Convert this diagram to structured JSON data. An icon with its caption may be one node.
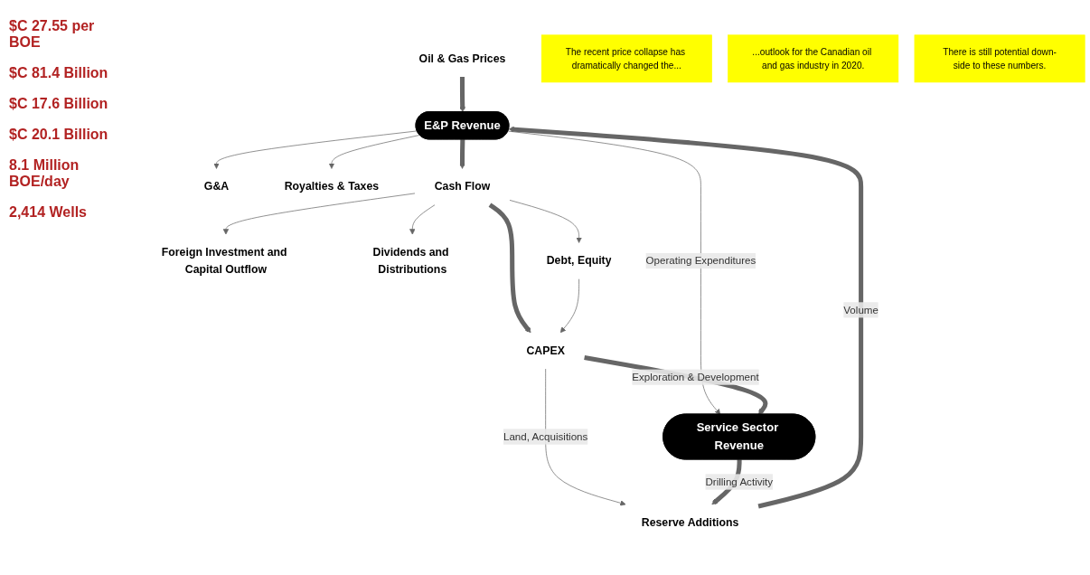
{
  "diagram": {
    "nodes": [
      {
        "text": [
          "Oil & Gas Prices"
        ]
      },
      {
        "text": [
          "E&P Revenue"
        ]
      },
      {
        "text": [
          "G&A"
        ]
      },
      {
        "text": [
          "Royalties & Taxes"
        ]
      },
      {
        "text": [
          "Cash Flow"
        ]
      },
      {
        "text": [
          "Foreign Investment and Capital Outflow"
        ]
      },
      {
        "text": [
          "Dividends and Distributions"
        ]
      },
      {
        "text": [
          "Debt, Equity"
        ]
      },
      {
        "text": [
          "CAPEX"
        ]
      },
      {
        "text": [
          "Service Sector Revenue"
        ]
      },
      {
        "text": [
          "Reserve Additions"
        ]
      },
      {
        "text": [
          "The recent price collapse has dramatically changed the..."
        ]
      },
      {
        "text": [
          "...outlook for the Canadian oil and gas industry in 2020."
        ]
      },
      {
        "text": [
          "There is still potential down-side to these numbers."
        ]
      }
    ],
    "edges": [
      {
        "from": 0,
        "to": 1,
        "arrow": "to",
        "style": "thick"
      },
      {
        "from": 1,
        "to": 2,
        "arrow": "to"
      },
      {
        "from": 1,
        "to": 3,
        "arrow": "to"
      },
      {
        "from": 1,
        "to": 4,
        "arrow": "to",
        "style": "thick"
      },
      {
        "from": 4,
        "to": 5,
        "arrow": "to"
      },
      {
        "from": 4,
        "to": 6,
        "arrow": "to"
      },
      {
        "from": 4,
        "to": 7,
        "arrow": "to"
      },
      {
        "from": 4,
        "to": 8,
        "arrow": "to",
        "style": "thick"
      },
      {
        "from": 7,
        "to": 8,
        "arrow": "to"
      },
      {
        "from": 1,
        "to": 9,
        "arrow": "to",
        "label": "Operating Expenditures"
      },
      {
        "from": 8,
        "to": 9,
        "arrow": "to",
        "style": "thick",
        "label": "Exploration & Development"
      },
      {
        "from": 8,
        "to": 10,
        "arrow": "to",
        "label": "Land, Acquisitions"
      },
      {
        "from": 9,
        "to": 10,
        "arrow": "to",
        "style": "thick",
        "label": "Drilling Activity"
      },
      {
        "from": 10,
        "to": 1,
        "arrow": "to",
        "style": "thick",
        "label": "Volume"
      }
    ],
    "labels": [
      "$C 27.55 per BOE",
      "$C 81.4 Billion",
      "$C 17.6 Billion",
      "$C 20.1 Billion",
      "8.1 Million BOE/day",
      "2,414 Wells"
    ]
  }
}
